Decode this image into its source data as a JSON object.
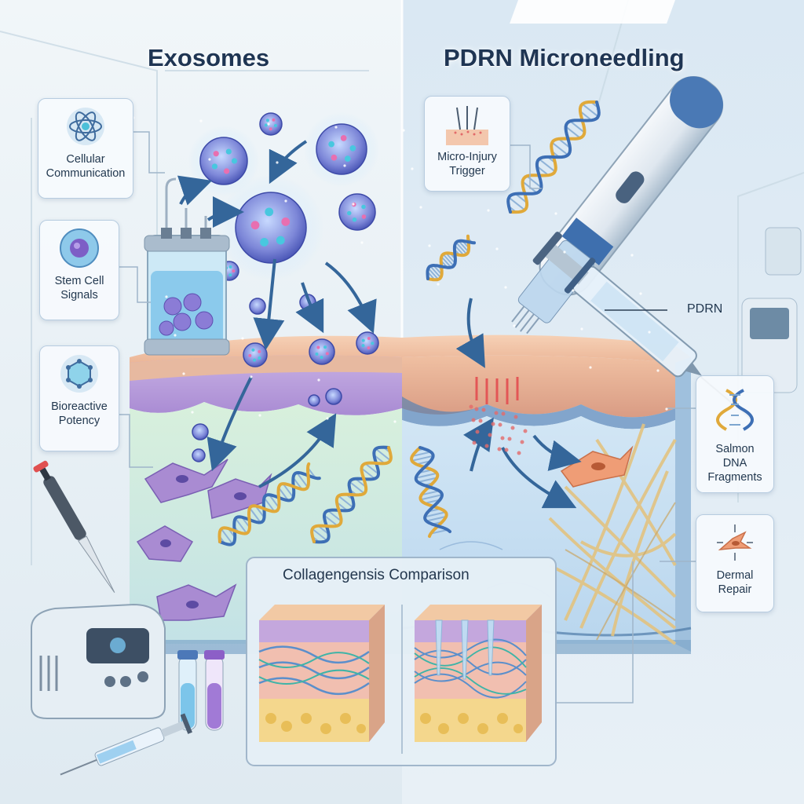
{
  "titles": {
    "left": "Exosomes",
    "right": "PDRN Microneedling"
  },
  "left_labels": [
    {
      "text": "Cellular\nCommunication",
      "icon": "atom-icon"
    },
    {
      "text": "Stem Cell\nSignals",
      "icon": "stem-cell-icon"
    },
    {
      "text": "Bioreactive\nPotency",
      "icon": "hexagon-molecule-icon"
    }
  ],
  "right_labels": [
    {
      "text": "Micro-Injury\nTrigger",
      "icon": "needle-skin-icon"
    },
    {
      "text": "Salmon\nDNA\nFragments",
      "icon": "dna-helix-icon"
    },
    {
      "text": "Dermal\nRepair",
      "icon": "fibroblast-icon"
    }
  ],
  "syringe_label": "PDRN",
  "comparison": {
    "title": "Collagengensis Comparison"
  },
  "colors": {
    "skin": "#f1c6a8",
    "epidermis_purple": "#b89ad8",
    "dermis_left": "#cfe9d6",
    "dermis_right": "#cfe3f4",
    "dna_gold": "#e0a93a",
    "dna_blue": "#3d6fb5",
    "collagen": "#e6c88c",
    "fibroblast_purple": "#a58ad0",
    "fibroblast_orange": "#ee9b73",
    "arrow": "#34669a"
  }
}
